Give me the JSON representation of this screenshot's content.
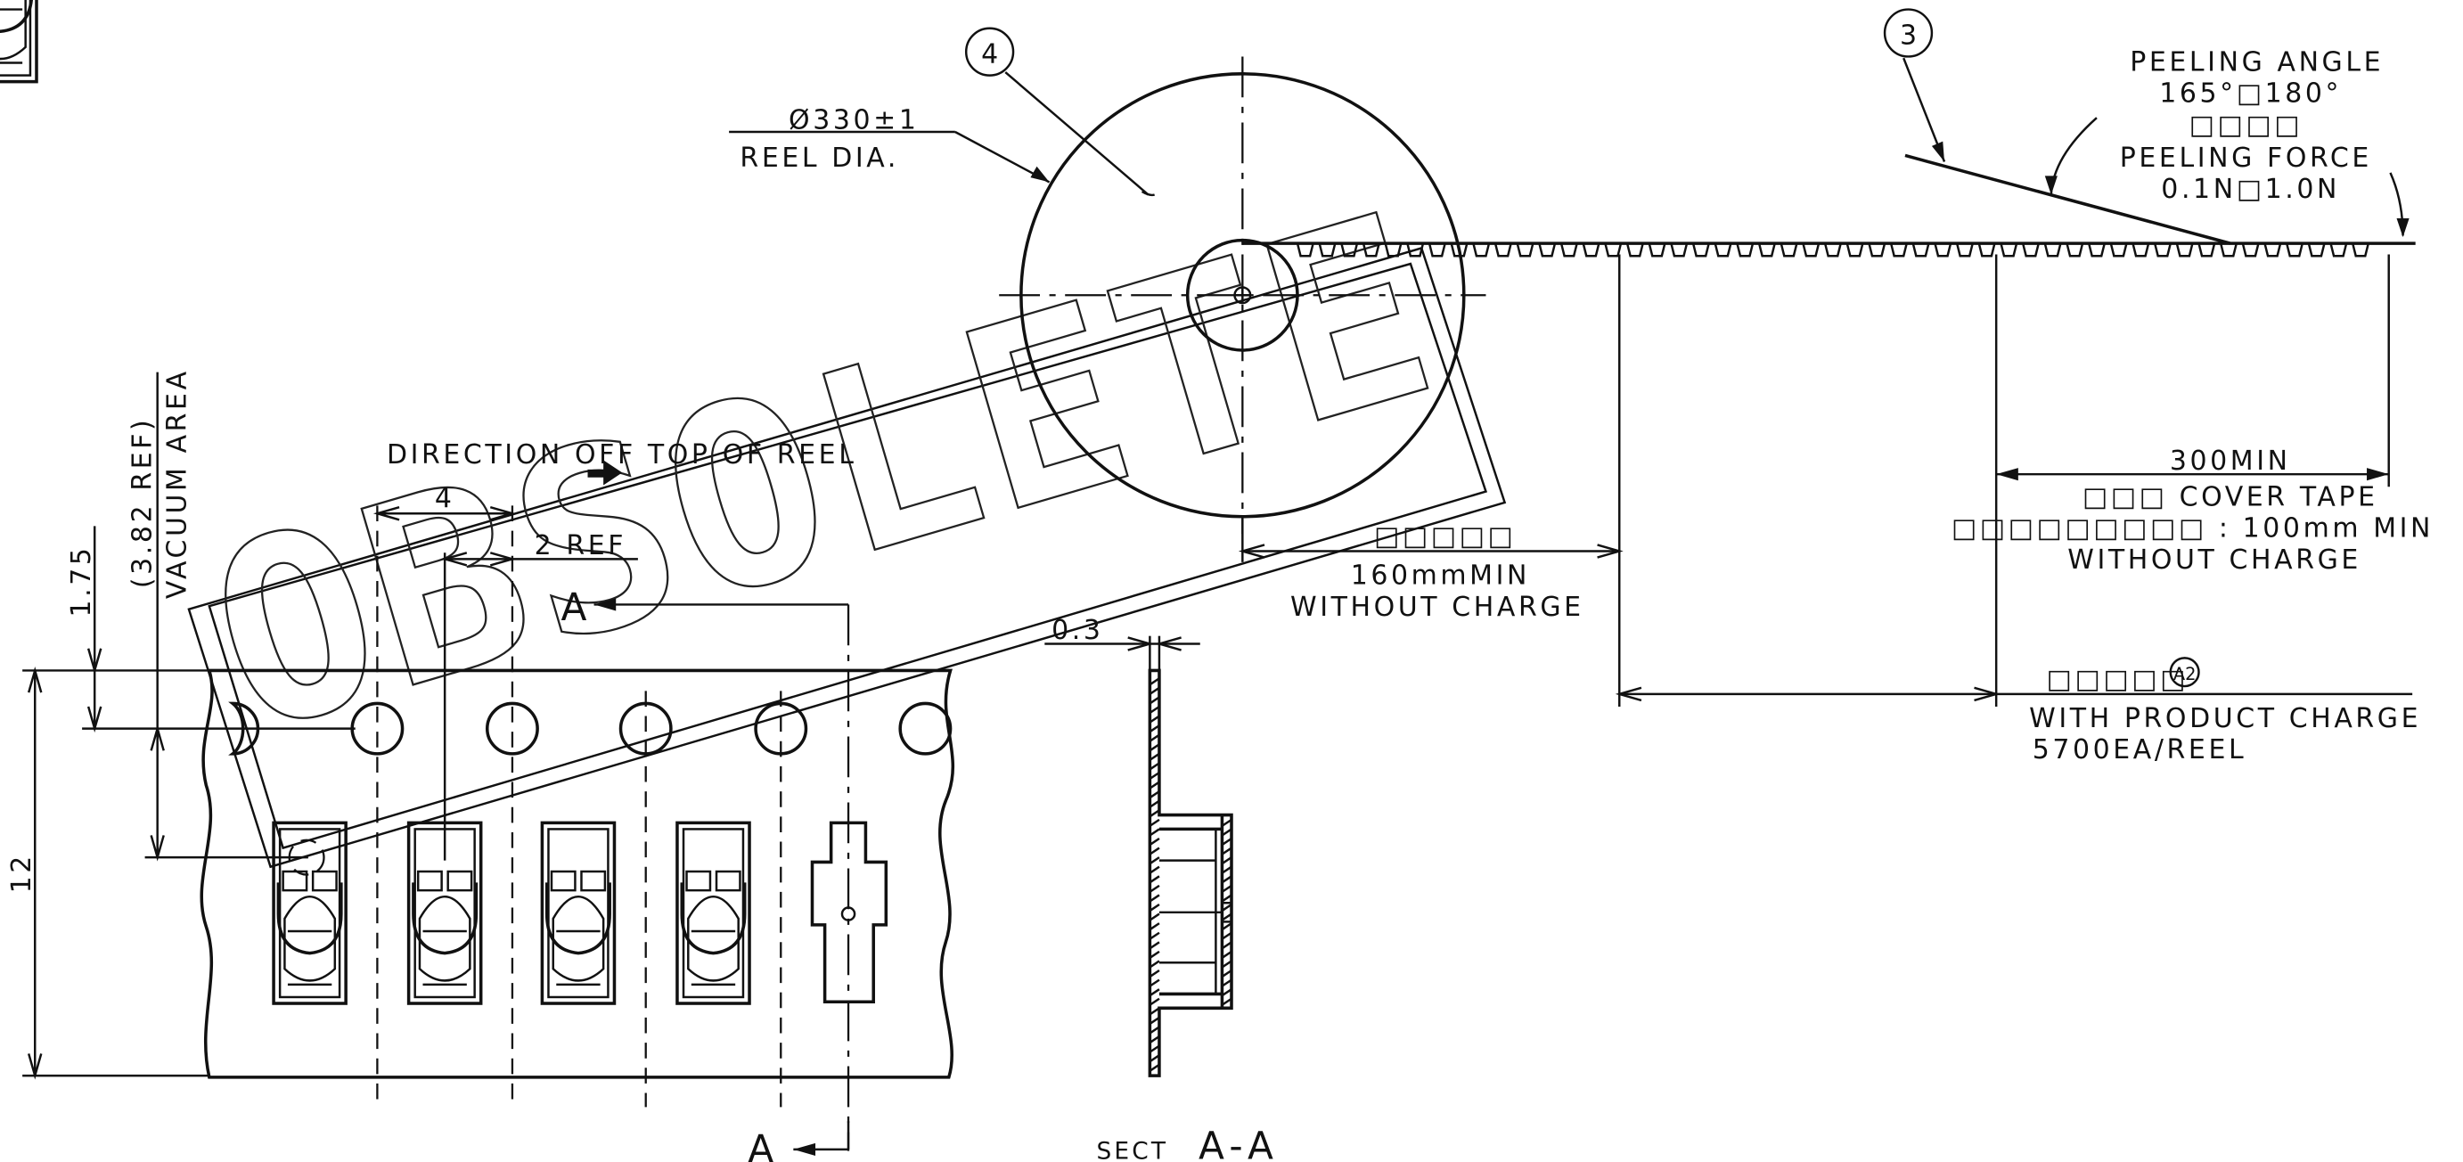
{
  "callouts": {
    "balloon_4": "4",
    "balloon_3": "3",
    "revision_mark": "A2"
  },
  "reel": {
    "diameter": "Ø330±1",
    "label": "REEL DIA."
  },
  "peeling": {
    "angle_title": "PEELING ANGLE",
    "angle_value": "165°□180°",
    "boxes": "□□□□",
    "force_title": "PEELING FORCE",
    "force_value": "0.1N□1.0N"
  },
  "tape": {
    "direction": "DIRECTION OFF TOP OF REEL",
    "dim_4": "4",
    "dim_2_ref": "2 REF",
    "dim_175": "1.75",
    "dim_382_ref": "(3.82 REF)",
    "vacuum": "VACUUM AREA",
    "dim_12": "12",
    "dim_03": "0.3",
    "section_mark": "A",
    "section_title": "SECT",
    "section_name": "A-A"
  },
  "leader": {
    "boxes": "□□□□□",
    "length": "160mmMIN",
    "charge": "WITHOUT CHARGE"
  },
  "trailer": {
    "length": "300MIN",
    "cover_tape": "□□□ COVER TAPE",
    "empty": "□□□□□□□□□ : 100mm MIN",
    "charge": "WITHOUT CHARGE"
  },
  "product": {
    "boxes": "□□□□□",
    "charge": "WITH PRODUCT CHARGE",
    "quantity": "5700EA/REEL"
  },
  "watermark": "OBSOLETE"
}
